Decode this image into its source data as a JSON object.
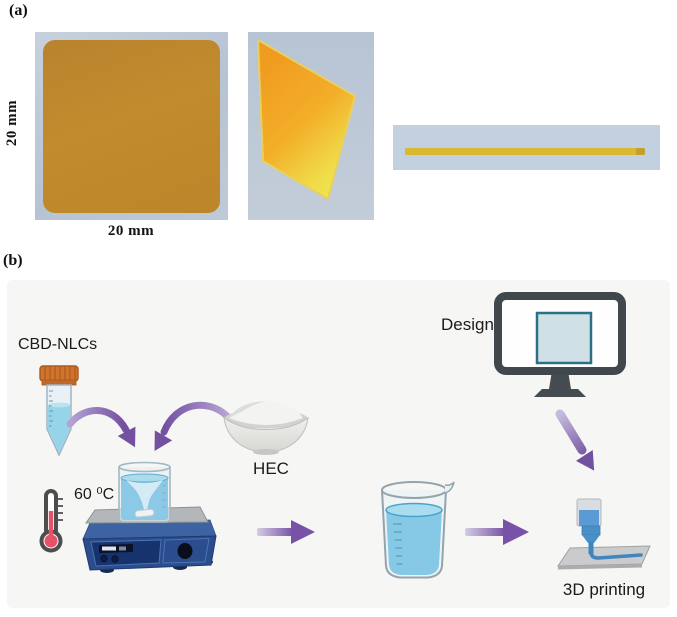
{
  "figure": {
    "panel_a": {
      "label": "(a)",
      "height_dim_label": "20 mm",
      "width_dim_label": "20 mm"
    },
    "panel_b": {
      "label": "(b)",
      "cbd_nlcs_label": "CBD-NLCs",
      "hec_label": "HEC",
      "temperature_label": "60 ⁰C",
      "design_label": "Design",
      "printing_label": "3D printing"
    },
    "colors": {
      "film_gold": "#c08a2e",
      "film_orange_gradient_start": "#f2a122",
      "film_yellow_gradient_end": "#efe24c",
      "view_background_blue": "#bcc9d8",
      "arrow_purple": "#7852a6",
      "stirrer_blue": "#2c4d8d",
      "liquid_blue": "#8cc9e7",
      "tube_cap_orange": "#d0742c",
      "panel_b_background": "#f6f6f4"
    }
  }
}
